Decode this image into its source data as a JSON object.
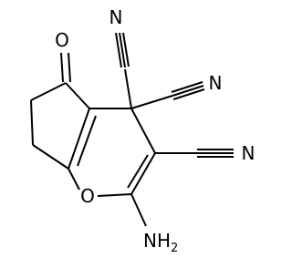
{
  "molecule": {
    "atoms": {
      "carbonyl_oxygen": "O",
      "nitrile_top_n": "N",
      "nitrile_right_n": "N",
      "nitrile_ring_n": "N",
      "ring_oxygen": "O",
      "amino_n": "NH",
      "amino_subscript": "2"
    }
  }
}
